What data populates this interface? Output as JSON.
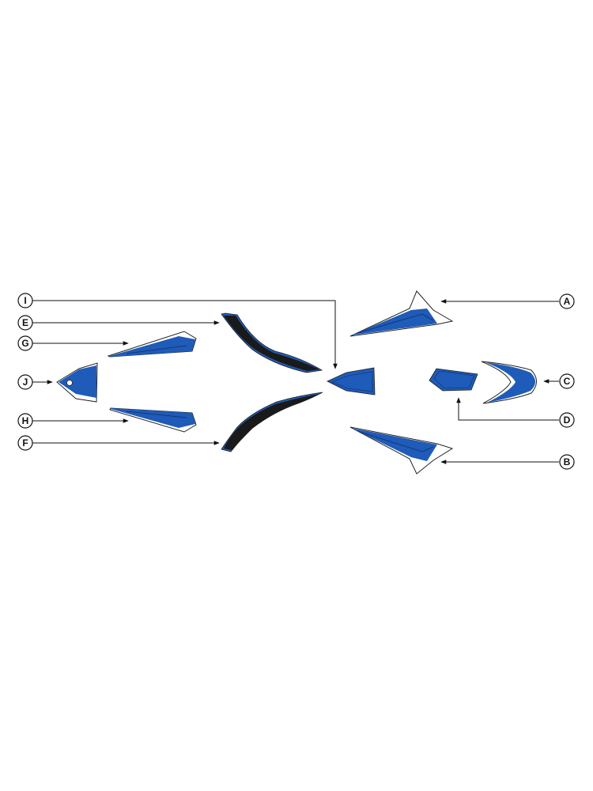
{
  "colors": {
    "blue": "#1f5bb8",
    "black": "#1a1a1a",
    "outline": "#222222",
    "white": "#ffffff"
  },
  "callouts": {
    "a": "A",
    "b": "B",
    "c": "C",
    "d": "D",
    "e": "E",
    "f": "F",
    "g": "G",
    "h": "H",
    "i": "I",
    "j": "J"
  }
}
